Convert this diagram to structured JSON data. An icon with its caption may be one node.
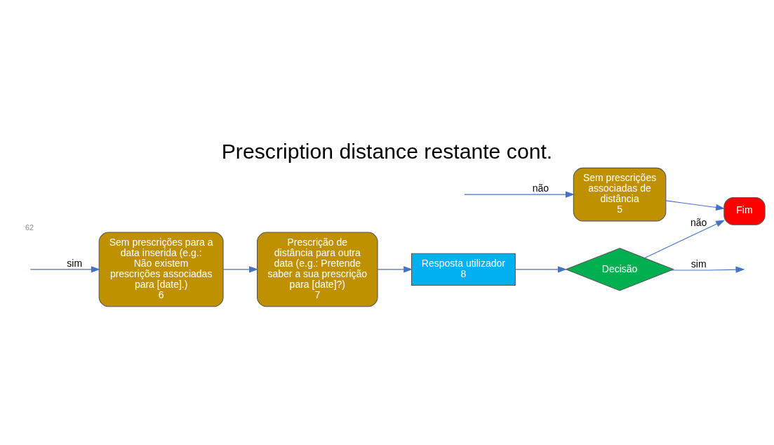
{
  "diagram": {
    "title": "Prescription distance restante cont.",
    "nodes": [
      {
        "text": [
          "Sem prescrições para a data inserida (e.g.: Não existem prescrições associadas para [date].)",
          "6"
        ]
      },
      {
        "text": [
          "Prescrição de distância para outra data (e.g.: Pretende saber a sua prescrição para [date]?)",
          "7"
        ]
      },
      {
        "text": [
          "Resposta utilizador",
          "8"
        ]
      },
      {
        "text": [
          "Decisão"
        ]
      },
      {
        "text": [
          "Fim"
        ]
      },
      {
        "text": [
          "Sem prescrições associadas de distância",
          "5"
        ]
      }
    ],
    "edges": [
      {
        "from": null,
        "to": 0,
        "arrow": "to",
        "label": "sim"
      },
      {
        "from": 0,
        "to": 1,
        "arrow": "to"
      },
      {
        "from": 1,
        "to": 2,
        "arrow": "to"
      },
      {
        "from": 2,
        "to": 3,
        "arrow": "to"
      },
      {
        "from": 3,
        "to": null,
        "arrow": "to",
        "label": "sim"
      },
      {
        "from": 3,
        "to": 4,
        "arrow": "to",
        "label": "não"
      },
      {
        "from": null,
        "to": 5,
        "arrow": "to",
        "label": "não"
      },
      {
        "from": 5,
        "to": 4,
        "arrow": "to"
      }
    ],
    "labels": [
      "62"
    ]
  }
}
